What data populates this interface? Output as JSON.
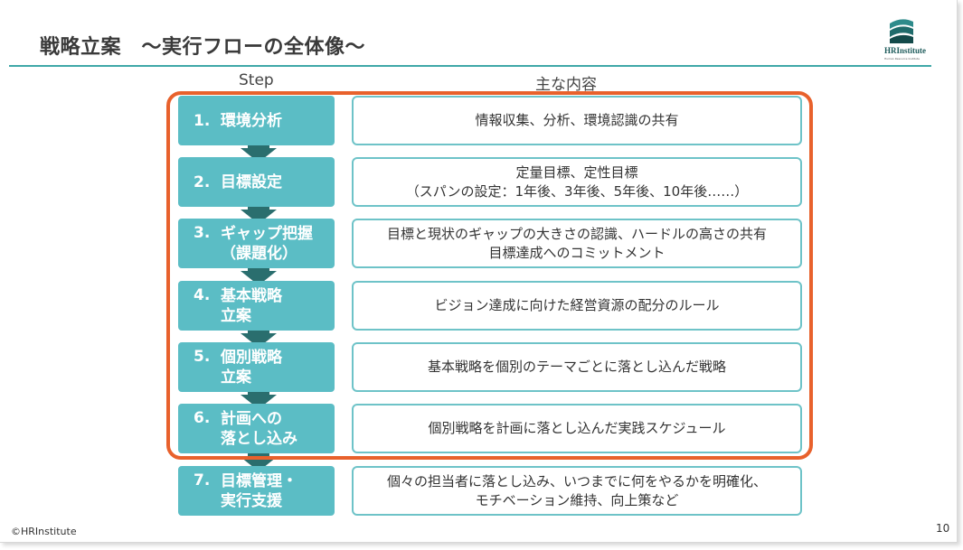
{
  "slide": {
    "title": "戦略立案　～実行フローの全体像～",
    "logo": {
      "name": "HRInstitute",
      "tagline": "Human Resource Institute"
    },
    "headers": {
      "step": "Step",
      "content": "主な内容"
    },
    "steps": [
      {
        "num": "1.",
        "label": "環境分析",
        "content": "情報収集、分析、環境認識の共有"
      },
      {
        "num": "2.",
        "label": "目標設定",
        "content": "定量目標、定性目標\n（スパンの設定：1年後、3年後、5年後、10年後……）"
      },
      {
        "num": "3.",
        "label": "ギャップ把握\n（課題化）",
        "content": "目標と現状のギャップの大きさの認識、ハードルの高さの共有\n目標達成へのコミットメント"
      },
      {
        "num": "4.",
        "label": "基本戦略\n立案",
        "content": "ビジョン達成に向けた経営資源の配分のルール"
      },
      {
        "num": "5.",
        "label": "個別戦略\n立案",
        "content": "基本戦略を個別のテーマごとに落とし込んだ戦略"
      },
      {
        "num": "6.",
        "label": "計画への\n落とし込み",
        "content": "個別戦略を計画に落とし込んだ実践スケジュール"
      },
      {
        "num": "7.",
        "label": "目標管理・\n実行支援",
        "content": "個々の担当者に落とし込み、いつまでに何をやるかを明確化、\nモチベーション維持、向上策など"
      }
    ],
    "copyright": "©HRInstitute",
    "page_number": "10",
    "colors": {
      "teal": "#5bbdc5",
      "dark_teal": "#2a6e6e",
      "highlight": "#e8612c"
    }
  }
}
